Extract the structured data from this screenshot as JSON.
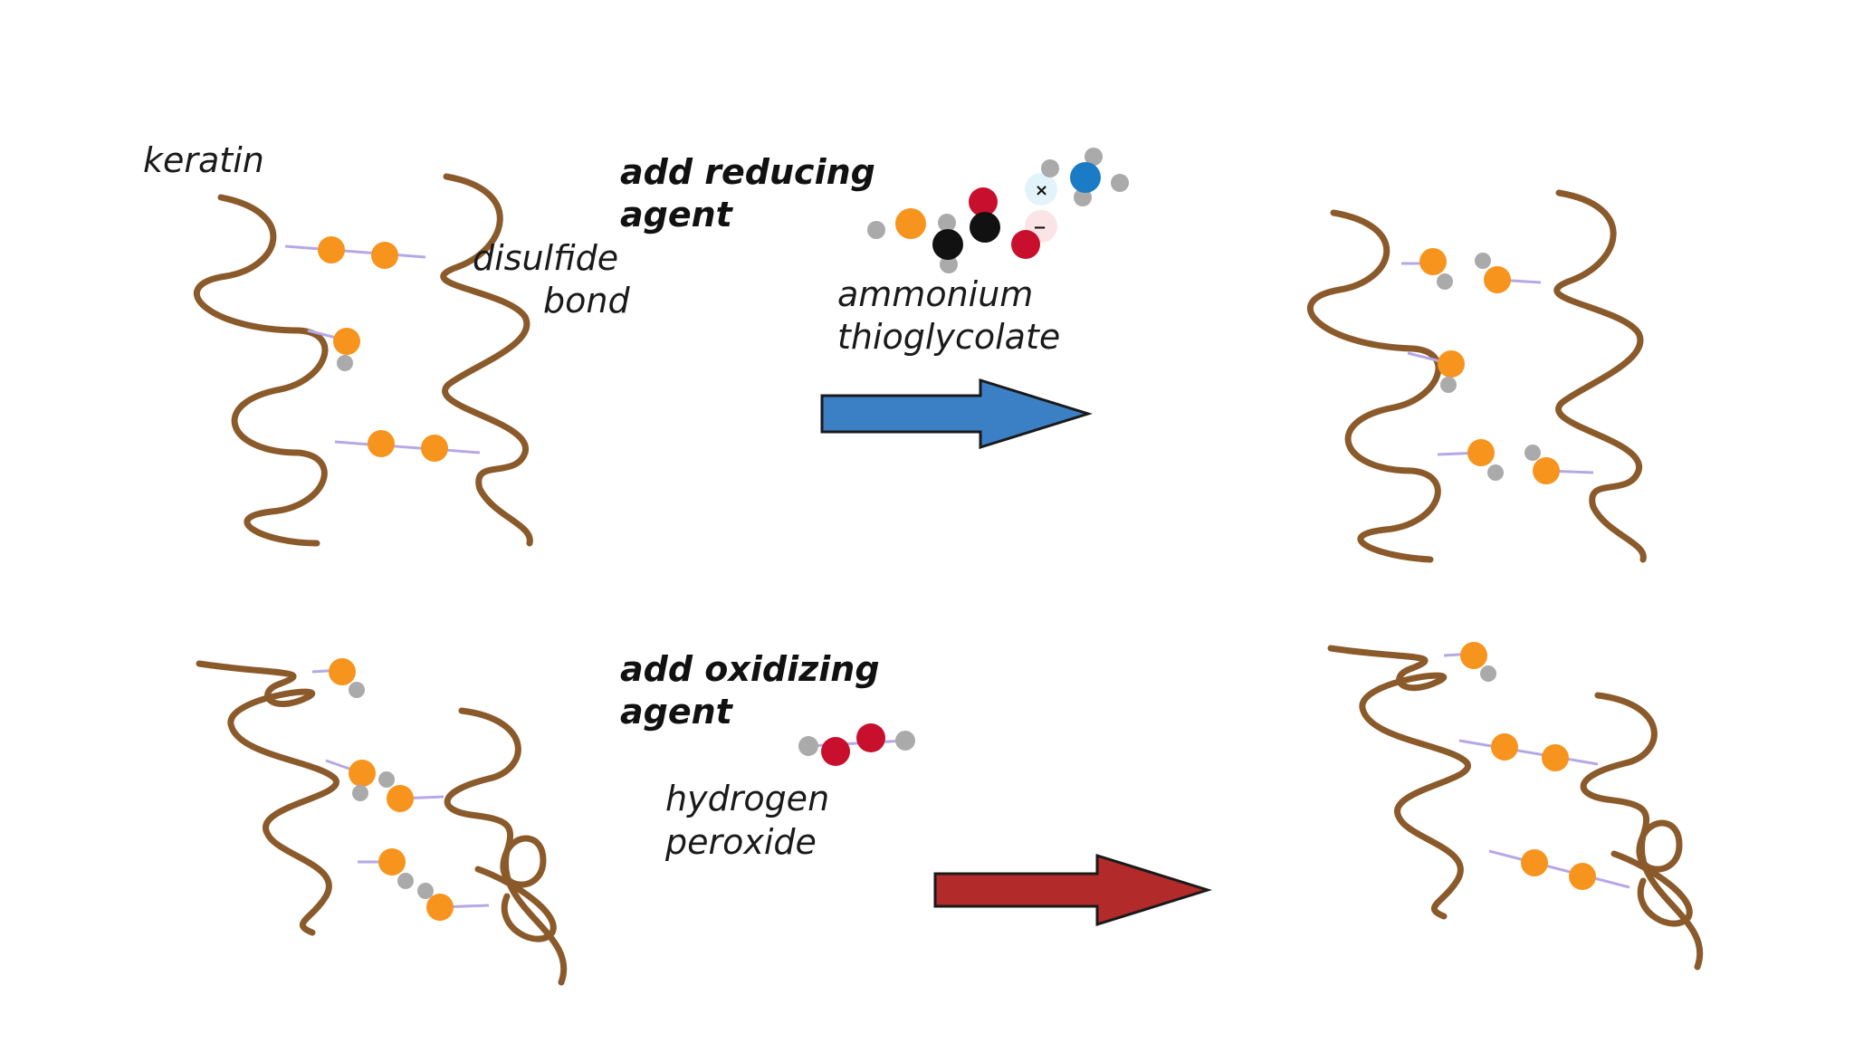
{
  "labels": {
    "keratin": "keratin",
    "disulfide": "disulfide",
    "bond": "bond",
    "reducing_line1": "add reducing",
    "reducing_line2": "agent",
    "ammonium": "ammonium",
    "thioglycolate": "thioglycolate",
    "oxidizing_line1": "add oxidizing",
    "oxidizing_line2": "agent",
    "hydrogen": "hydrogen",
    "peroxide": "peroxide",
    "plus_charge": "×",
    "minus_charge": "−"
  },
  "colors": {
    "strand": "#8B5A2B",
    "sulfur": "#F7941D",
    "hydrogen": "#AAAAAA",
    "bond_line": "#B6A8E6",
    "oxygen": "#C8102E",
    "carbon": "#111111",
    "nitrogen": "#1B7BC4",
    "reduce_arrow": "#3B7FC4",
    "oxidize_arrow": "#B22A2A"
  },
  "icons": {
    "reduce_arrow": "right-arrow",
    "oxidize_arrow": "right-arrow"
  }
}
